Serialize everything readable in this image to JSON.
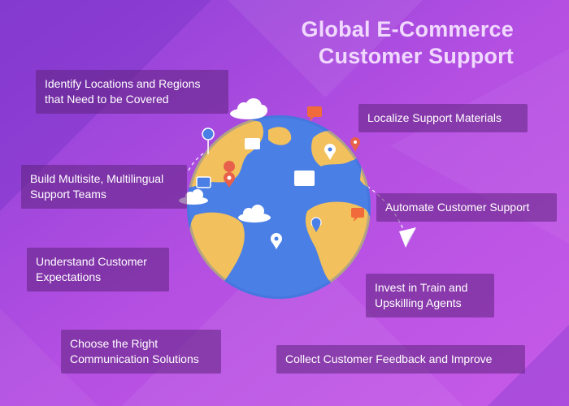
{
  "title": {
    "line1": "Global E-Commerce",
    "line2": "Customer Support"
  },
  "steps": [
    {
      "lines": [
        "Identify Locations and Regions",
        "that Need to be Covered"
      ]
    },
    {
      "lines": [
        "Localize Support Materials"
      ]
    },
    {
      "lines": [
        "Build Multisite, Multilingual",
        "Support Teams"
      ]
    },
    {
      "lines": [
        "Automate Customer Support"
      ]
    },
    {
      "lines": [
        "Understand Customer",
        "Expectations"
      ]
    },
    {
      "lines": [
        "Invest in Train and",
        "Upskilling Agents"
      ]
    },
    {
      "lines": [
        "Choose the Right",
        "Communication Solutions"
      ]
    },
    {
      "lines": [
        "Collect Customer Feedback and Improve"
      ]
    }
  ],
  "colors": {
    "background": "#b14ee0",
    "ocean": "#4a7fe6",
    "land": "#f2c05c",
    "pin_red": "#e8604c",
    "pin_blue": "#4a7fe6",
    "chat_orange": "#f06a3c"
  },
  "icons": [
    "globe-icon",
    "location-pin-icon",
    "chat-bubble-icon",
    "cloud-icon",
    "paper-plane-icon"
  ]
}
